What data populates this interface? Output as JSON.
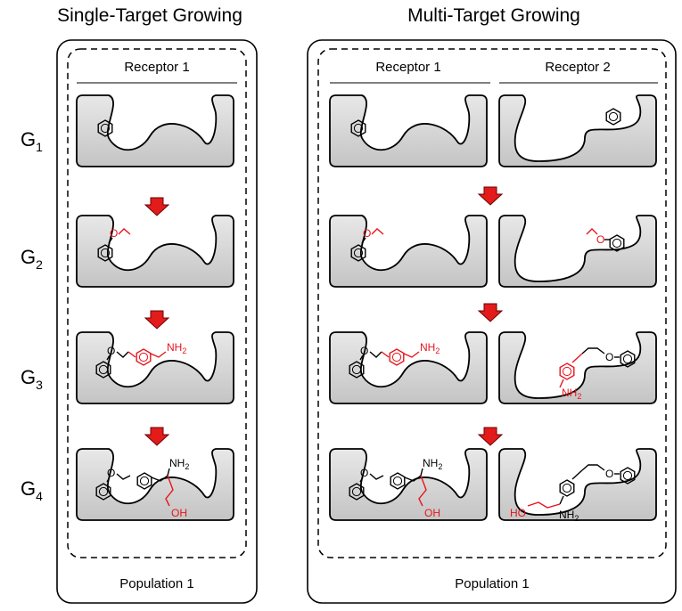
{
  "titles": {
    "single": "Single-Target Growing",
    "multi": "Multi-Target Growing"
  },
  "receptors": {
    "r1": "Receptor 1",
    "r2": "Receptor 2"
  },
  "generations": [
    {
      "g": "G",
      "n": "1"
    },
    {
      "g": "G",
      "n": "2"
    },
    {
      "g": "G",
      "n": "3"
    },
    {
      "g": "G",
      "n": "4"
    }
  ],
  "population": "Population 1",
  "atoms": {
    "o": "O",
    "nh2_n": "NH",
    "nh2_sub": "2",
    "oh": "OH",
    "ho": "HO"
  },
  "colors": {
    "growth": "#e8141c",
    "arrow": "#e31b1b",
    "pocket": "#d4d4d4",
    "outline": "#000000"
  },
  "icons": {
    "arrow": "down-arrow-icon"
  }
}
